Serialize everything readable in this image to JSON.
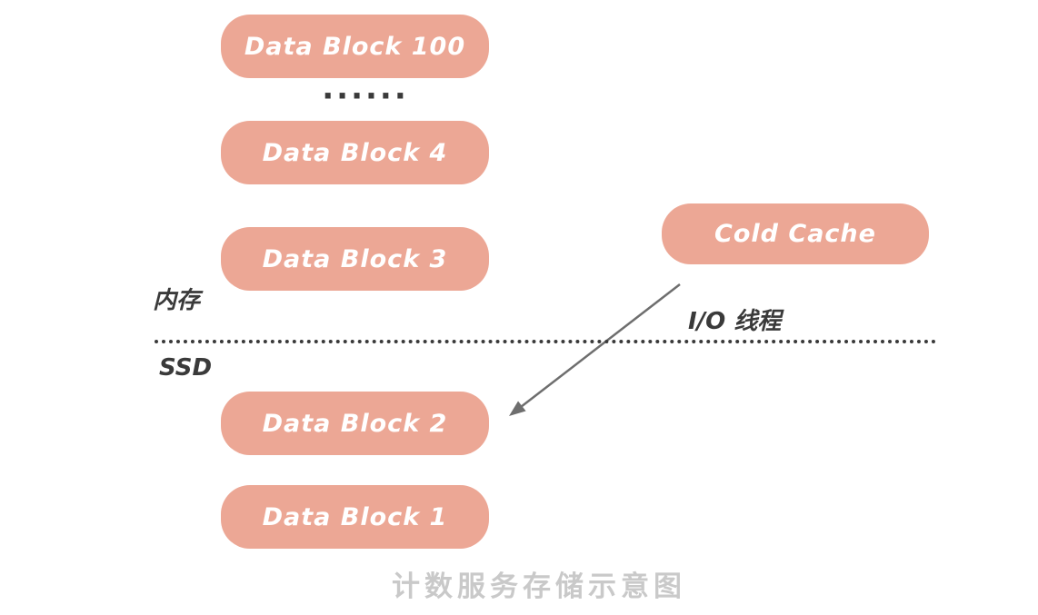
{
  "diagram": {
    "caption": "计数服务存储示意图",
    "labels": {
      "memory": "内存",
      "ssd": "SSD",
      "io_thread": "I/O 线程",
      "ellipsis": "······"
    },
    "blocks": [
      {
        "label": "Data Block 100"
      },
      {
        "label": "Data Block 4"
      },
      {
        "label": "Data Block 3"
      },
      {
        "label": "Data Block 2"
      },
      {
        "label": "Data Block 1"
      }
    ],
    "cache": {
      "label": "Cold Cache"
    },
    "colors": {
      "block_fill": "#eca795",
      "block_text": "#ffffff",
      "line": "#3a3a3a",
      "arrow": "#6e6e6e",
      "caption": "#c9c9c9"
    }
  }
}
